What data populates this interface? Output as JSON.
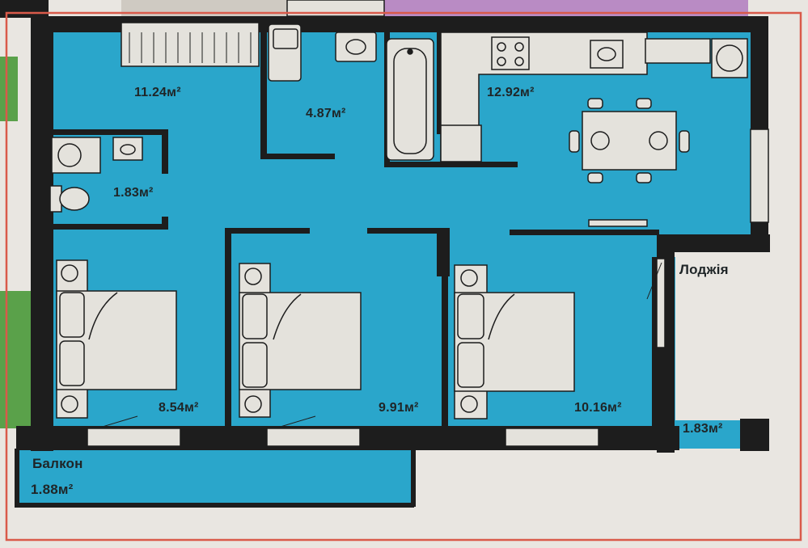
{
  "plan": {
    "colors": {
      "floor": "#2aa6cb",
      "wall": "#1d1d1d",
      "paper": "#e9e6e1",
      "furniture": "#e4e2dc",
      "outline": "#d95a4a",
      "neighbor_purple": "#b98bc4",
      "neighbor_green": "#5aa14a"
    },
    "rooms": {
      "hall": {
        "area": "11.24м²"
      },
      "bathroom": {
        "area": "4.87м²"
      },
      "kitchen": {
        "area": "12.92м²"
      },
      "toilet": {
        "area": "1.83м²"
      },
      "bedroom_1": {
        "area": "8.54м²"
      },
      "bedroom_2": {
        "area": "9.91м²"
      },
      "bedroom_3": {
        "area": "10.16м²"
      },
      "loggia": {
        "name": "Лоджія",
        "area": "1.83м²"
      },
      "balcony": {
        "name": "Балкон",
        "area": "1.88м²"
      }
    }
  }
}
